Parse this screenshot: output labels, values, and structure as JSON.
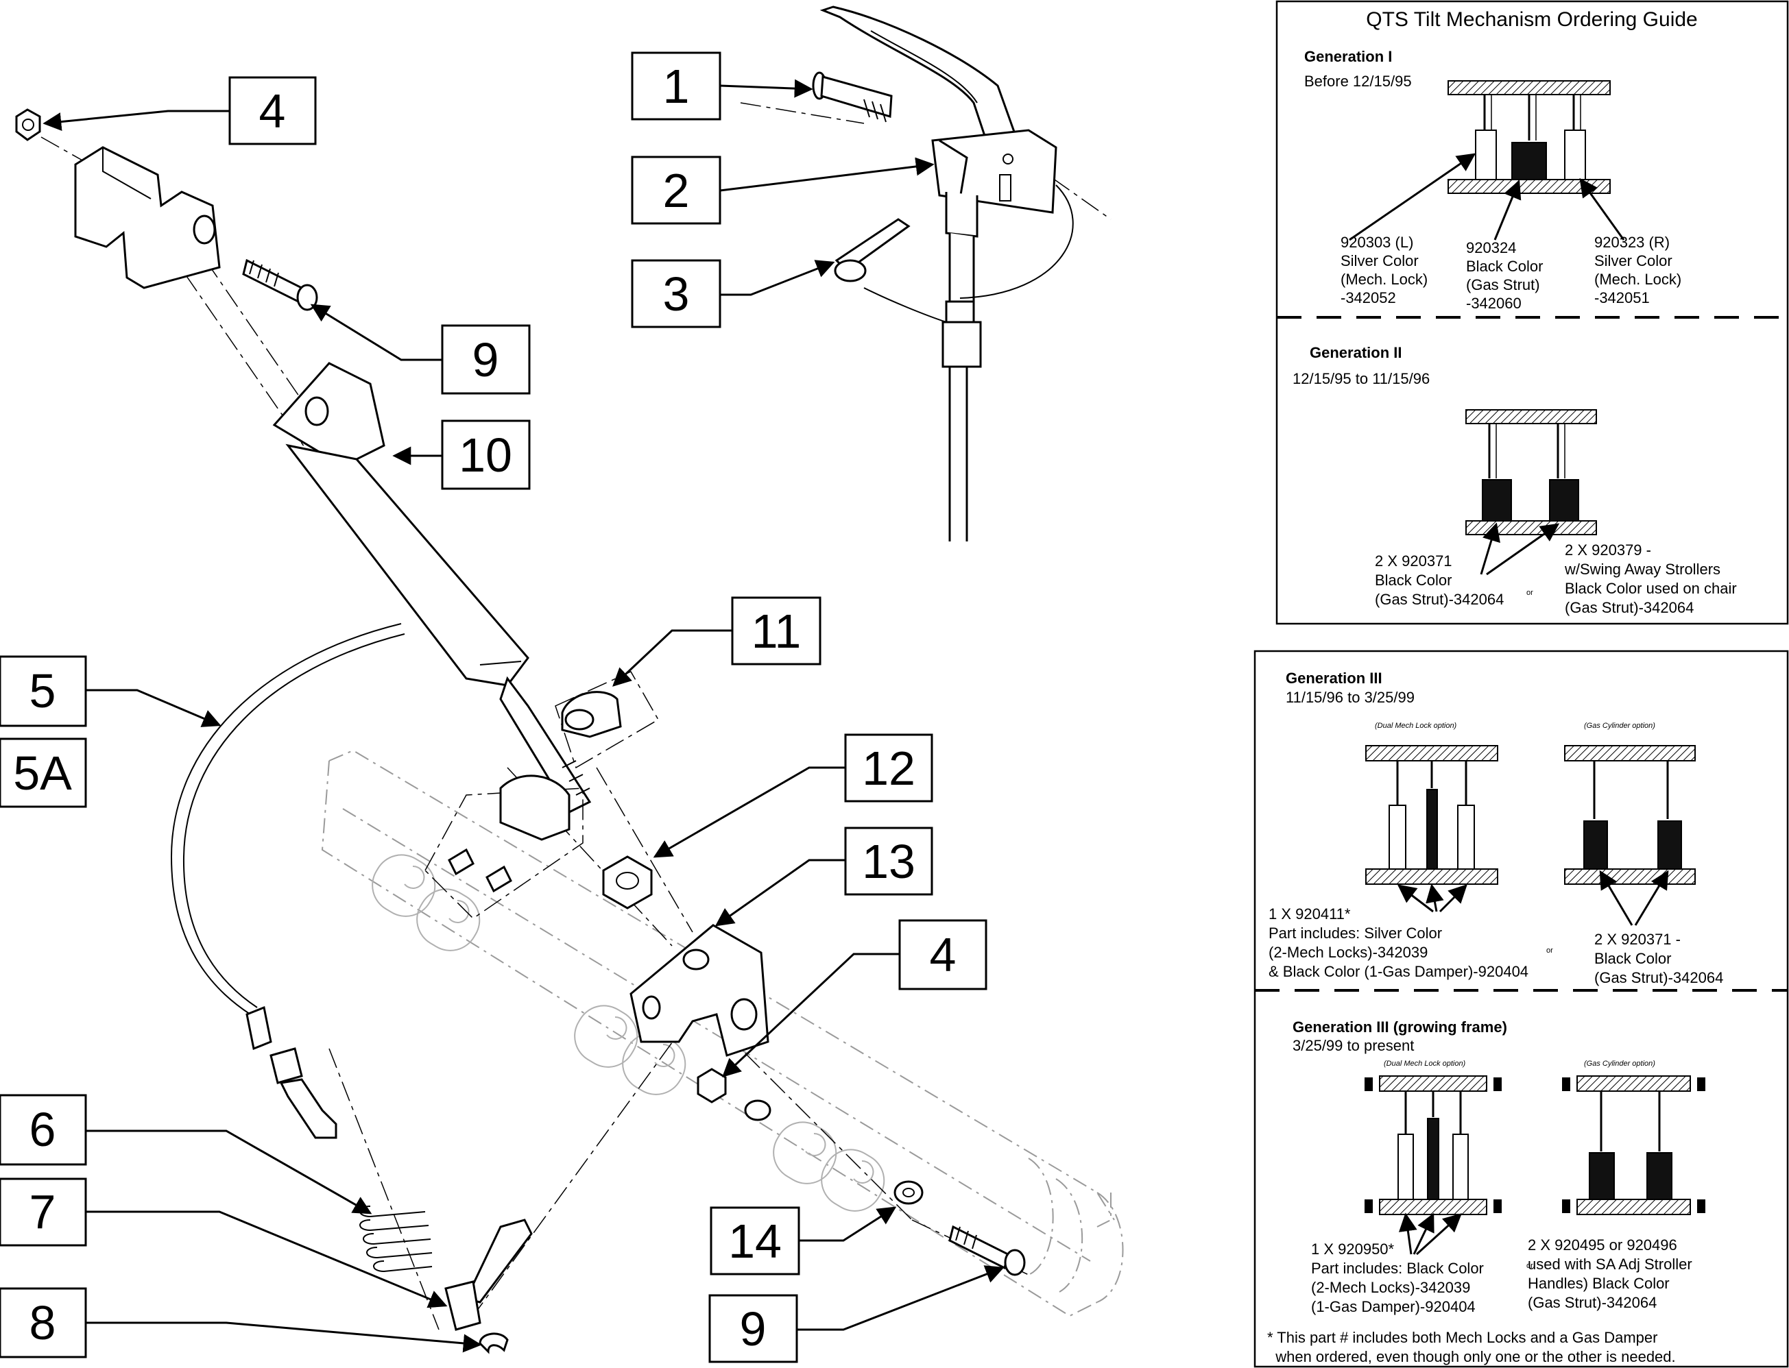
{
  "callouts": [
    {
      "id": "c1",
      "label": "1"
    },
    {
      "id": "c2",
      "label": "2"
    },
    {
      "id": "c3",
      "label": "3"
    },
    {
      "id": "c4a",
      "label": "4"
    },
    {
      "id": "c9a",
      "label": "9"
    },
    {
      "id": "c10",
      "label": "10"
    },
    {
      "id": "c11",
      "label": "11"
    },
    {
      "id": "c5",
      "label": "5"
    },
    {
      "id": "c5a",
      "label": "5A"
    },
    {
      "id": "c12",
      "label": "12"
    },
    {
      "id": "c13",
      "label": "13"
    },
    {
      "id": "c4b",
      "label": "4"
    },
    {
      "id": "c6",
      "label": "6"
    },
    {
      "id": "c7",
      "label": "7"
    },
    {
      "id": "c8",
      "label": "8"
    },
    {
      "id": "c14",
      "label": "14"
    },
    {
      "id": "c9b",
      "label": "9"
    }
  ],
  "guide_top": {
    "title": "QTS Tilt Mechanism Ordering Guide",
    "gen1": {
      "heading": "Generation I",
      "date": "Before 12/15/95",
      "left": [
        "920303 (L)",
        "Silver Color",
        "(Mech. Lock)",
        "-342052"
      ],
      "center": [
        "920324",
        "Black Color",
        "(Gas Strut)",
        "-342060"
      ],
      "right": [
        "920323 (R)",
        "Silver Color",
        "(Mech. Lock)",
        "-342051"
      ]
    },
    "gen2": {
      "heading": "Generation II",
      "date": "12/15/95 to 11/15/96",
      "left": [
        "2 X 920371",
        "Black Color",
        "(Gas Strut)-342064"
      ],
      "or": "or",
      "right": [
        "2 X 920379 -",
        "w/Swing Away Strollers",
        "Black Color used on chair",
        "(Gas Strut)-342064"
      ]
    }
  },
  "guide_bottom": {
    "gen3": {
      "heading": "Generation III",
      "date": "11/15/96 to 3/25/99",
      "opt_left": "(Dual Mech Lock option)",
      "opt_right": "(Gas Cylinder option)",
      "left": [
        "1 X 920411*",
        "Part includes: Silver Color",
        "(2-Mech Locks)-342039",
        "& Black Color (1-Gas Damper)-920404"
      ],
      "or": "or",
      "right": [
        "2 X 920371 -",
        "Black Color",
        "(Gas Strut)-342064"
      ]
    },
    "gen3g": {
      "heading": "Generation III (growing frame)",
      "date": "3/25/99 to present",
      "opt_left": "(Dual Mech Lock option)",
      "opt_right": "(Gas Cylinder option)",
      "left": [
        "1 X 920950*",
        "Part includes: Black Color",
        "(2-Mech Locks)-342039",
        "(1-Gas Damper)-920404"
      ],
      "or": "or",
      "right": [
        "2 X 920495 or 920496",
        "used with SA Adj Stroller",
        "Handles) Black Color",
        "(Gas Strut)-342064"
      ]
    },
    "footnote": [
      "* This part # includes both Mech Locks and a Gas Damper",
      "  when ordered, even though only one or the other is needed."
    ]
  }
}
